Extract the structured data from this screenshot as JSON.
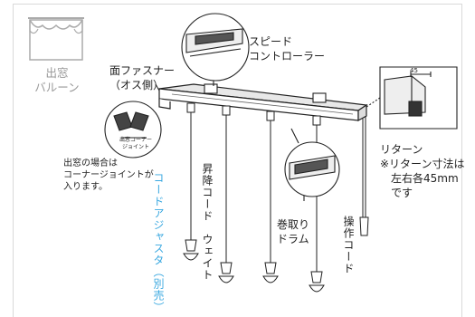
{
  "badge": {
    "line1": "出窓",
    "line2": "バルーン"
  },
  "labels": {
    "speed_controller": [
      "スピード",
      "コントローラー"
    ],
    "velcro": [
      "面ファスナー",
      "（オス側）"
    ],
    "corner_note": [
      "出窓の場合は",
      "コーナージョイントが",
      "入ります。"
    ],
    "corner_joint_inset": [
      "出窓コーナー",
      "ジョイント"
    ],
    "return_title": "リターン",
    "return_note": [
      "※リターン寸法は",
      "左右各45mm",
      "です"
    ],
    "return_dim": "45",
    "cord_adjuster": "コードアジャスタ（別売）",
    "lift_cord": "昇降コード",
    "weight": "ウェイト",
    "drum": [
      "巻取り",
      "ドラム"
    ],
    "operation_cord": "操作コード"
  },
  "colors": {
    "accent": "#3aa8e0",
    "line": "#222222",
    "muted": "#999999"
  }
}
